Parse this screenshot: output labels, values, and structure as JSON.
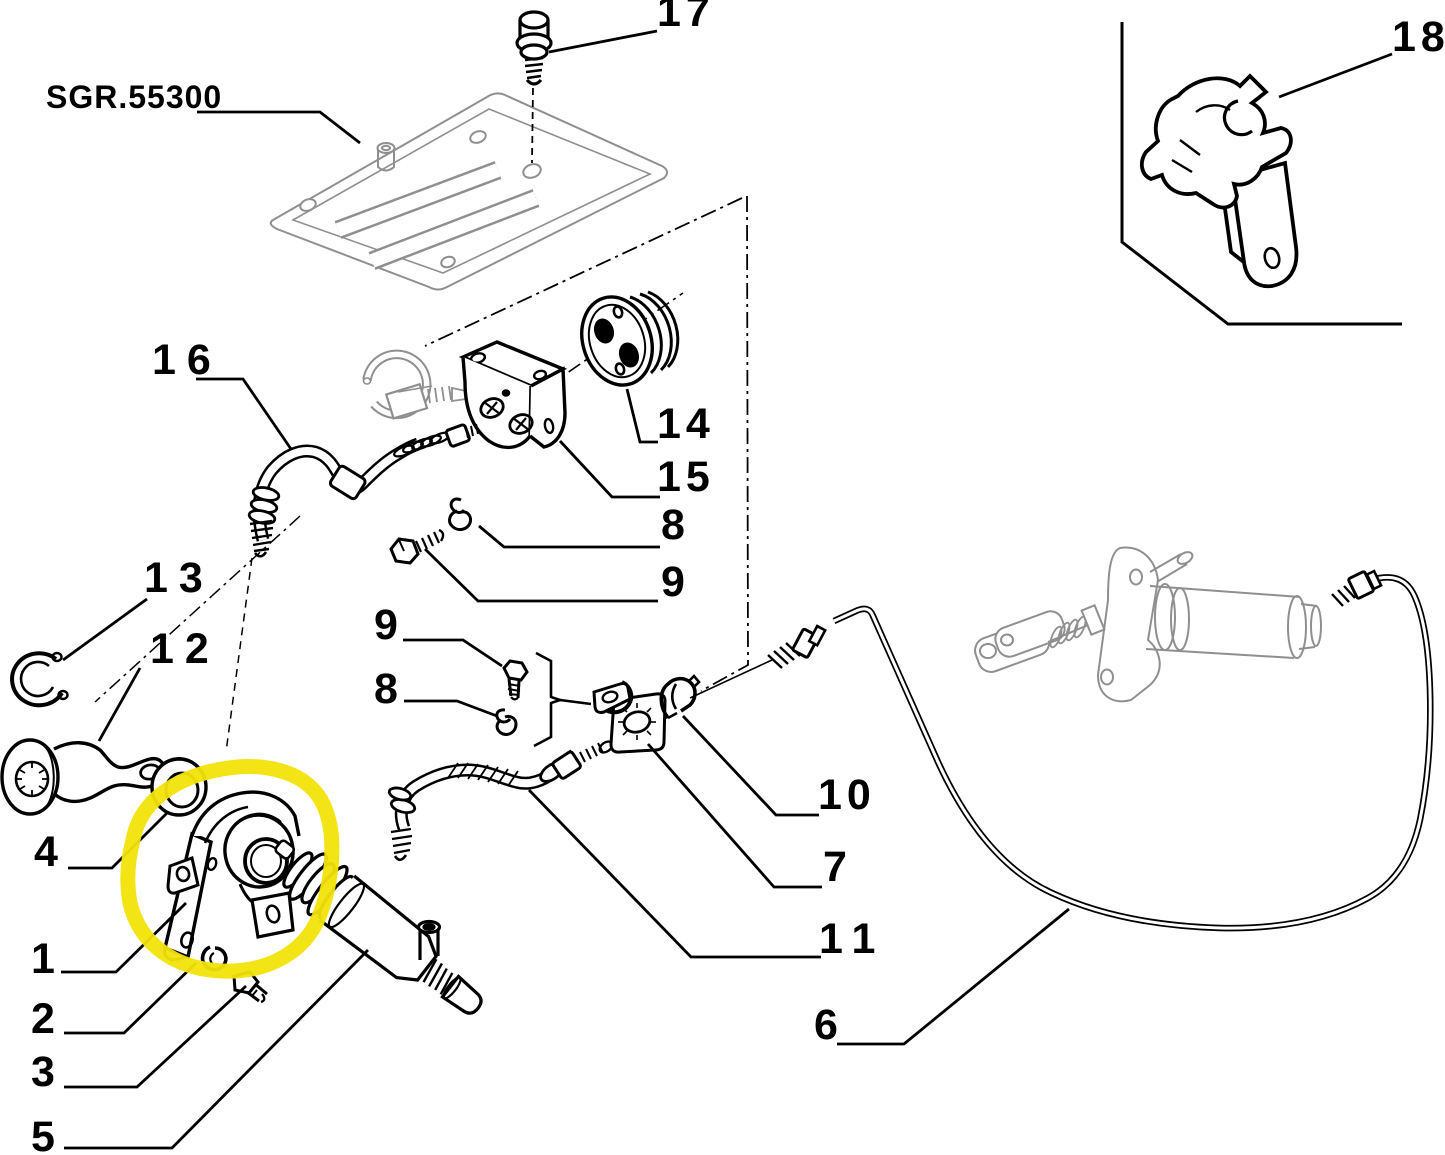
{
  "diagram": {
    "type": "exploded-parts-diagram",
    "reference_code": "SGR.55300",
    "highlight": {
      "color": "#f2e30a",
      "encircled_callout": "1"
    },
    "colors": {
      "bg": "#ffffff",
      "ink": "#000000",
      "ref": "#8f8f8f"
    }
  },
  "callouts": [
    {
      "text": "SGR.55300"
    },
    {
      "text": "17"
    },
    {
      "text": "18"
    },
    {
      "text": "16"
    },
    {
      "text": "14"
    },
    {
      "text": "15"
    },
    {
      "text": "8"
    },
    {
      "text": "9"
    },
    {
      "text": "13"
    },
    {
      "text": "12"
    },
    {
      "text": "9"
    },
    {
      "text": "8"
    },
    {
      "text": "10"
    },
    {
      "text": "7"
    },
    {
      "text": "11"
    },
    {
      "text": "6"
    },
    {
      "text": "4"
    },
    {
      "text": "1"
    },
    {
      "text": "2"
    },
    {
      "text": "3"
    },
    {
      "text": "5"
    }
  ]
}
